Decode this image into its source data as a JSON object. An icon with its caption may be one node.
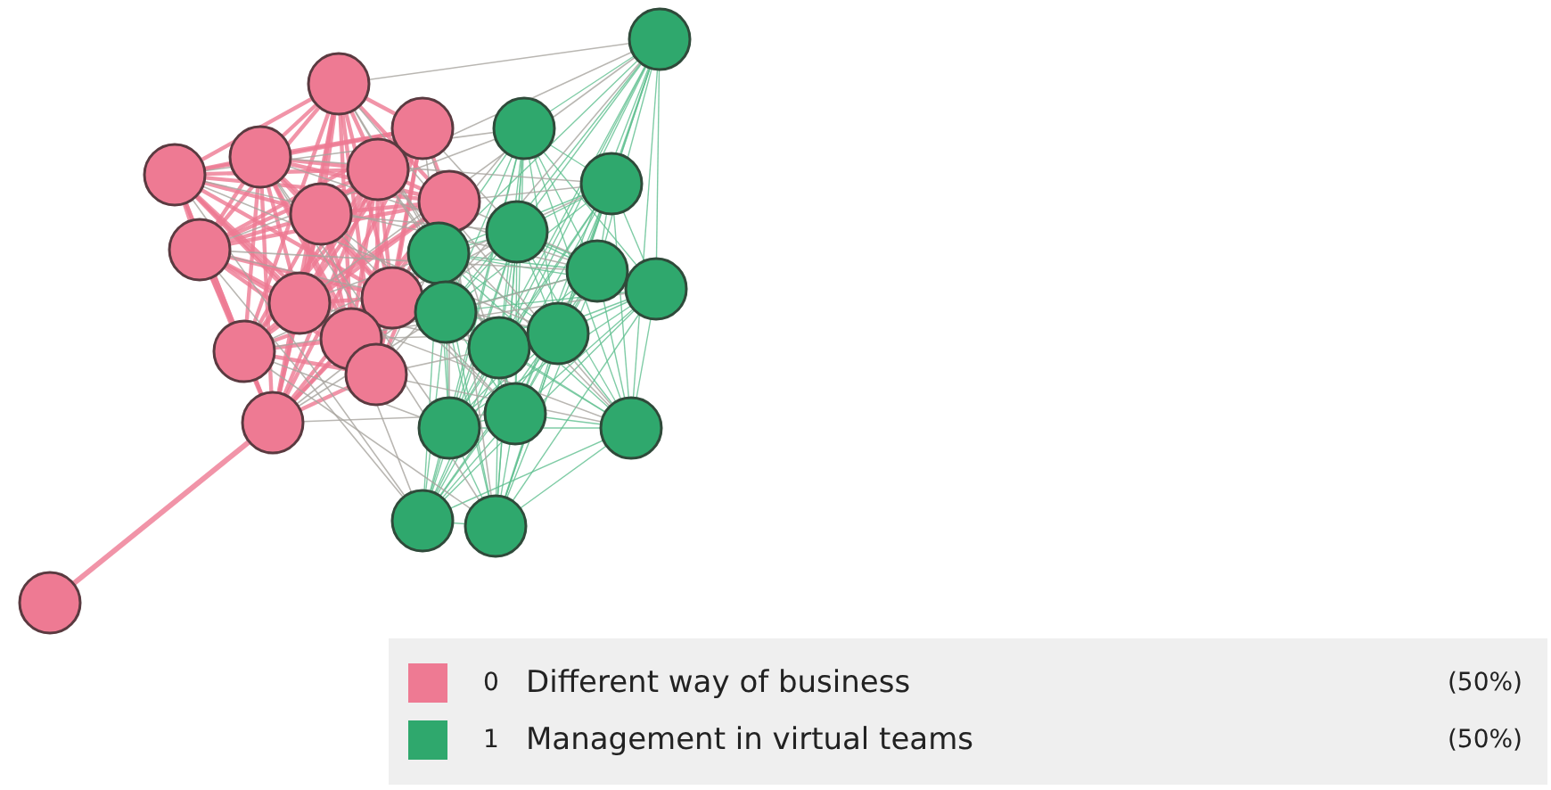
{
  "diagram": {
    "labels": [
      "0",
      "(50%)",
      "1",
      "(50%)"
    ],
    "legend": [
      {
        "text": "Different way of business",
        "color": "#ee7a93"
      },
      {
        "text": "Management in virtual teams",
        "color": "#2fa86d"
      }
    ]
  }
}
